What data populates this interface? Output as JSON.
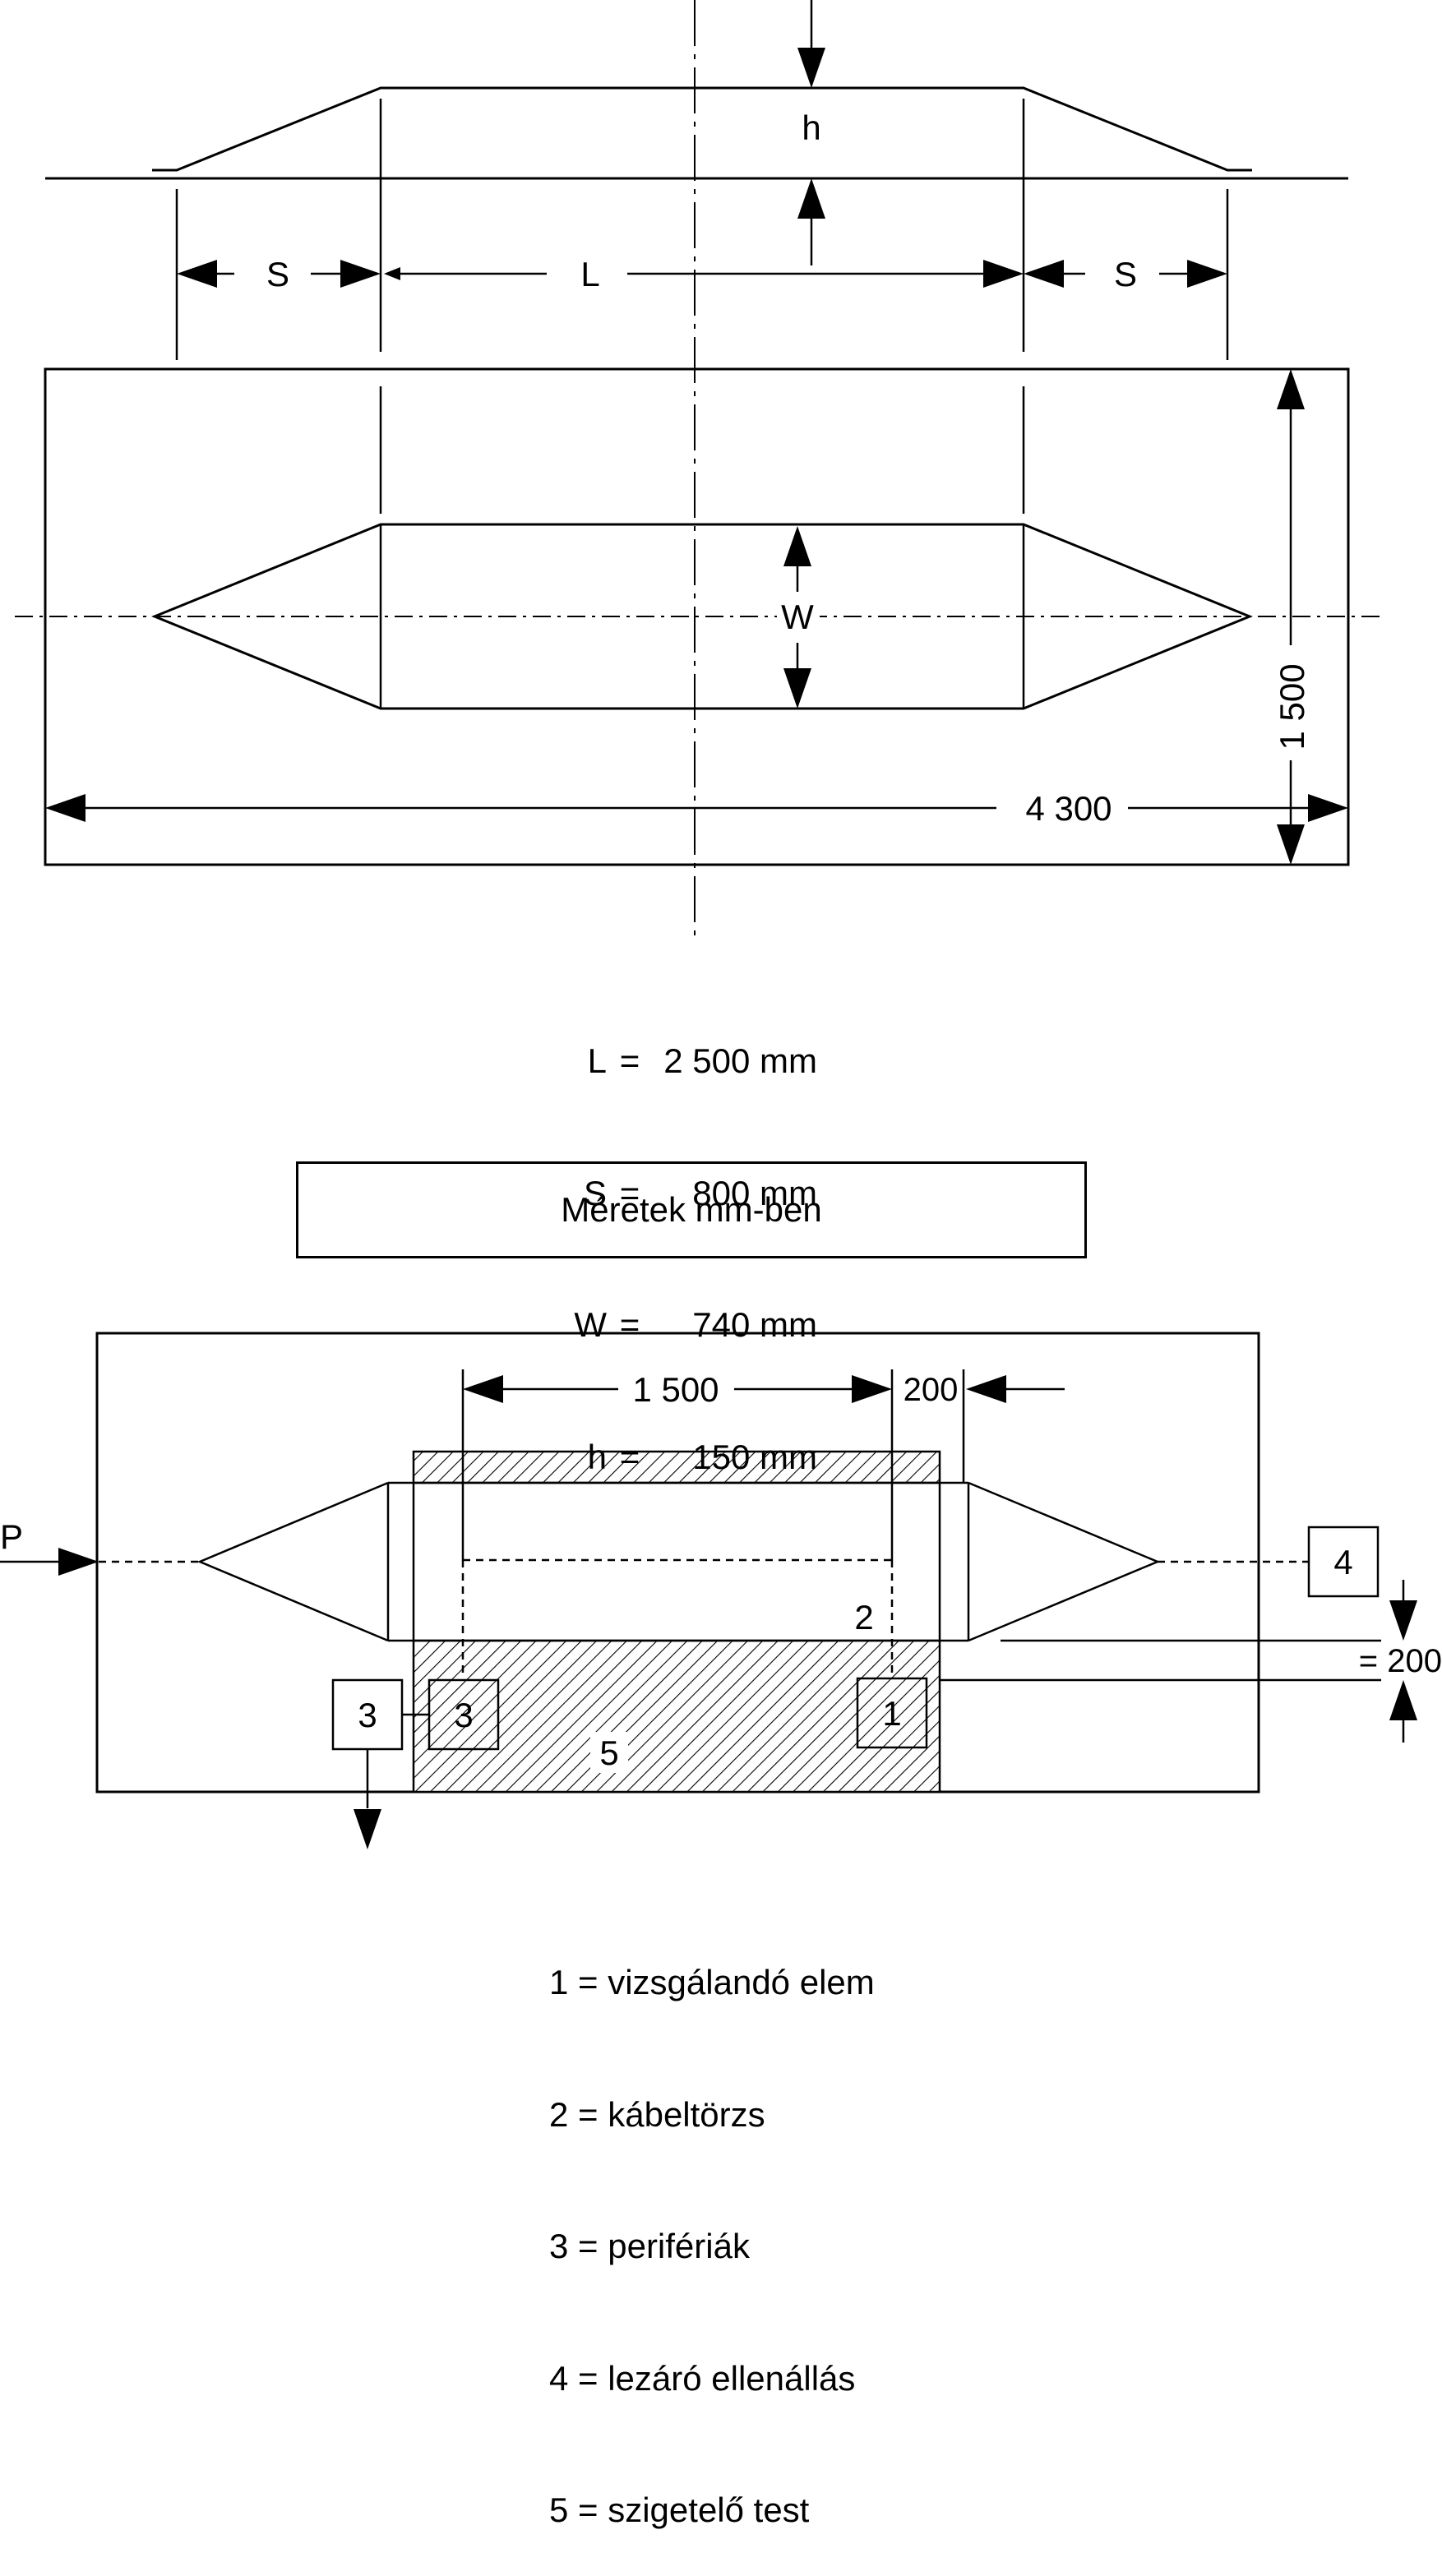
{
  "top_view": {
    "label_h": "h",
    "label_s_left": "S",
    "label_l": "L",
    "label_s_right": "S",
    "label_w": "W",
    "dim_width": "4 300",
    "dim_depth": "1 500"
  },
  "formulas": [
    {
      "key": "L",
      "eq": "=",
      "value": "2 500 mm"
    },
    {
      "key": "S",
      "eq": "=",
      "value": "800 mm"
    },
    {
      "key": "W",
      "eq": "=",
      "value": "740 mm"
    },
    {
      "key": "h",
      "eq": "=",
      "value": "150 mm"
    }
  ],
  "unit_note": "Méretek mm-ben",
  "setup_view": {
    "dim_1500": "1 500",
    "dim_200_top": "200",
    "dim_200_side": "= 200",
    "label_p": "P",
    "box_4": "4",
    "box_3_outer": "3",
    "box_3_inner": "3",
    "box_1": "1",
    "label_2": "2",
    "label_5": "5"
  },
  "key": [
    "1 = vizsgálandó elem",
    "2 = kábeltörzs",
    "3 = perifériák",
    "4 = lezáró ellenállás",
    "5 = szigetelő test"
  ]
}
